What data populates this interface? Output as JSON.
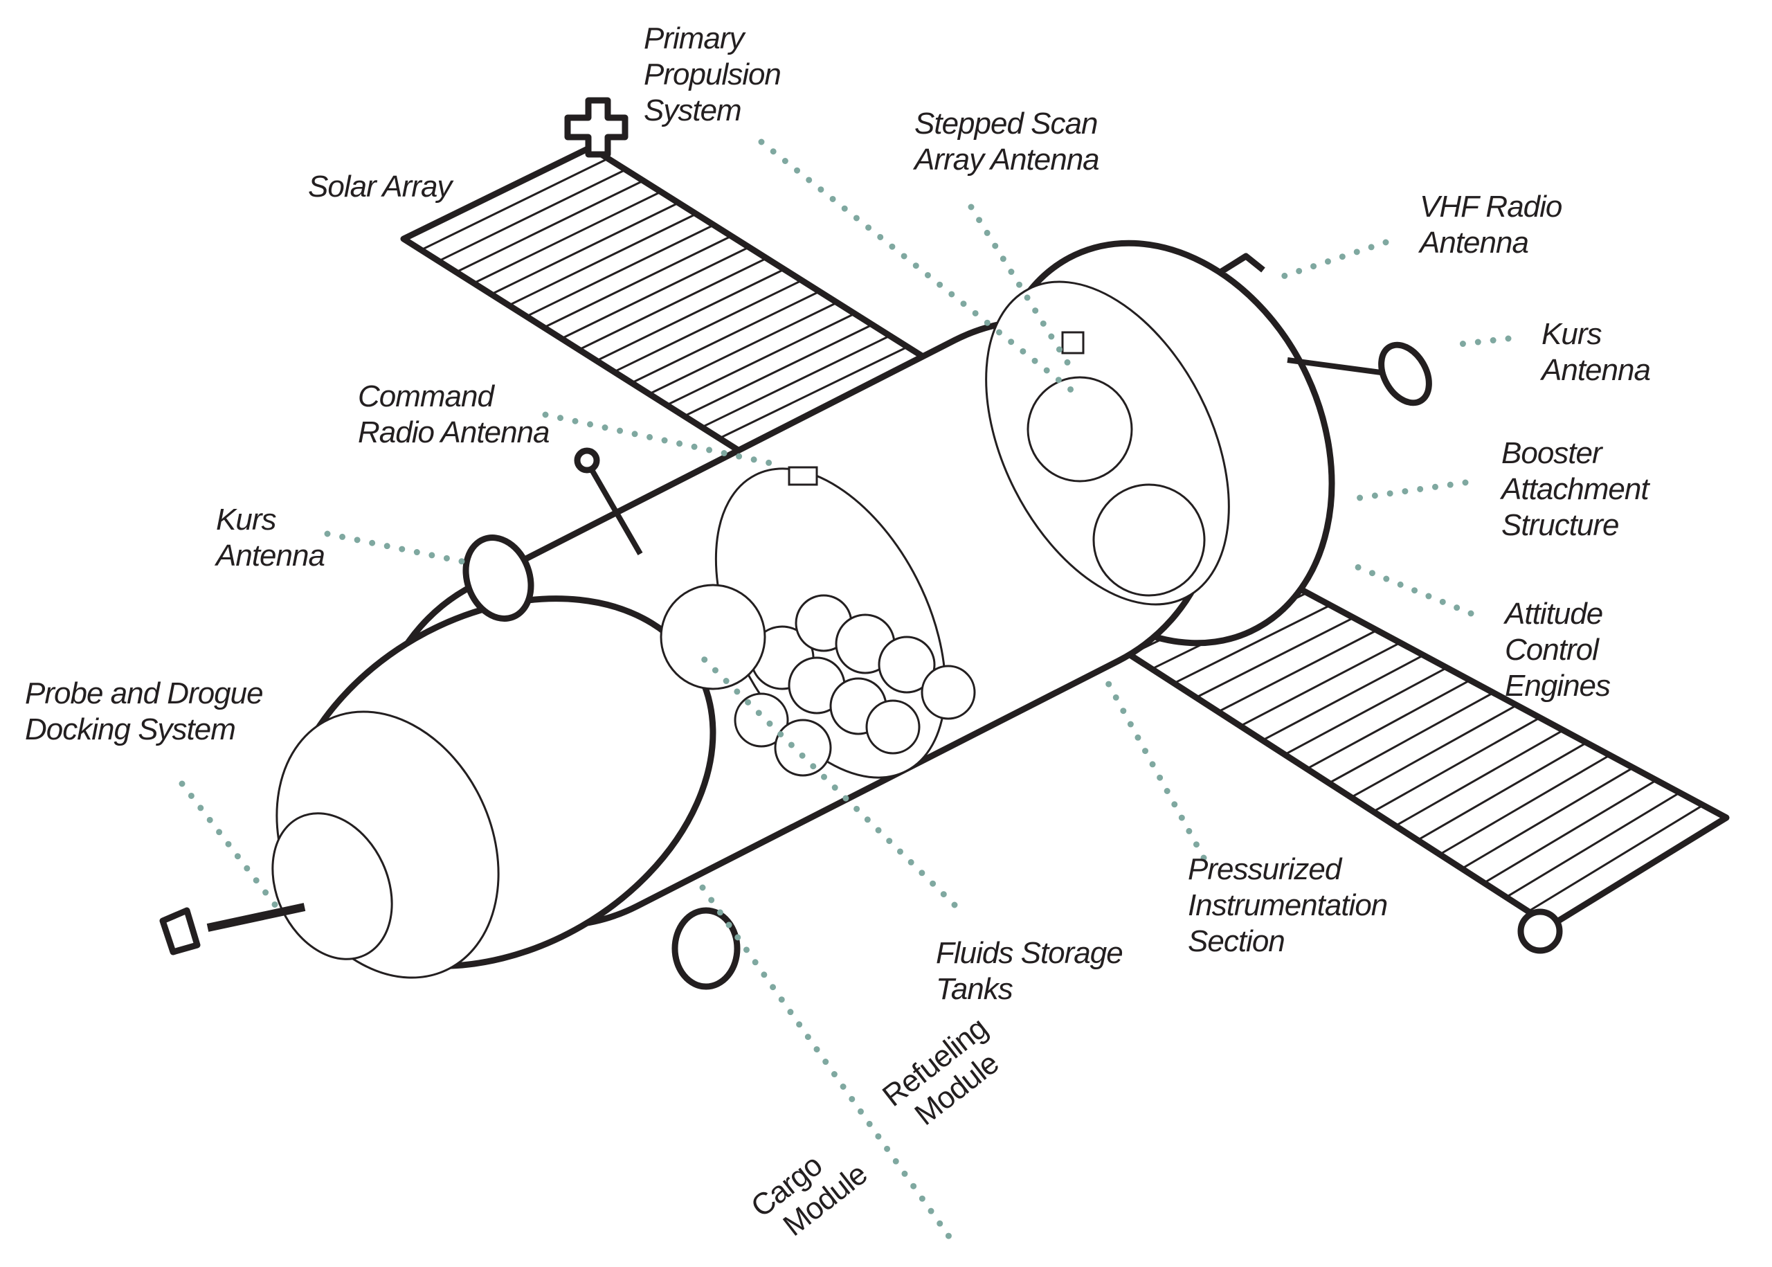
{
  "title": "Spacecraft cutaway diagram",
  "labels": {
    "primary_propulsion": [
      "Primary",
      "Propulsion",
      "System"
    ],
    "stepped_scan": [
      "Stepped Scan",
      "Array Antenna"
    ],
    "solar_array": [
      "Solar Array"
    ],
    "vhf_radio": [
      "VHF Radio",
      "Antenna"
    ],
    "kurs_right": [
      "Kurs",
      "Antenna"
    ],
    "command_radio": [
      "Command",
      "Radio Antenna"
    ],
    "booster": [
      "Booster",
      "Attachment",
      "Structure"
    ],
    "kurs_left": [
      "Kurs",
      "Antenna"
    ],
    "attitude": [
      "Attitude",
      "Control",
      "Engines"
    ],
    "probe": [
      "Probe and Drogue",
      "Docking System"
    ],
    "pressurized": [
      "Pressurized",
      "Instrumentation",
      "Section"
    ],
    "fluids": [
      "Fluids Storage",
      "Tanks"
    ],
    "refueling": [
      "Refueling",
      "Module"
    ],
    "cargo": [
      "Cargo",
      "Module"
    ]
  },
  "colors": {
    "line": "#231f20",
    "leader": "#7fa8a0"
  }
}
